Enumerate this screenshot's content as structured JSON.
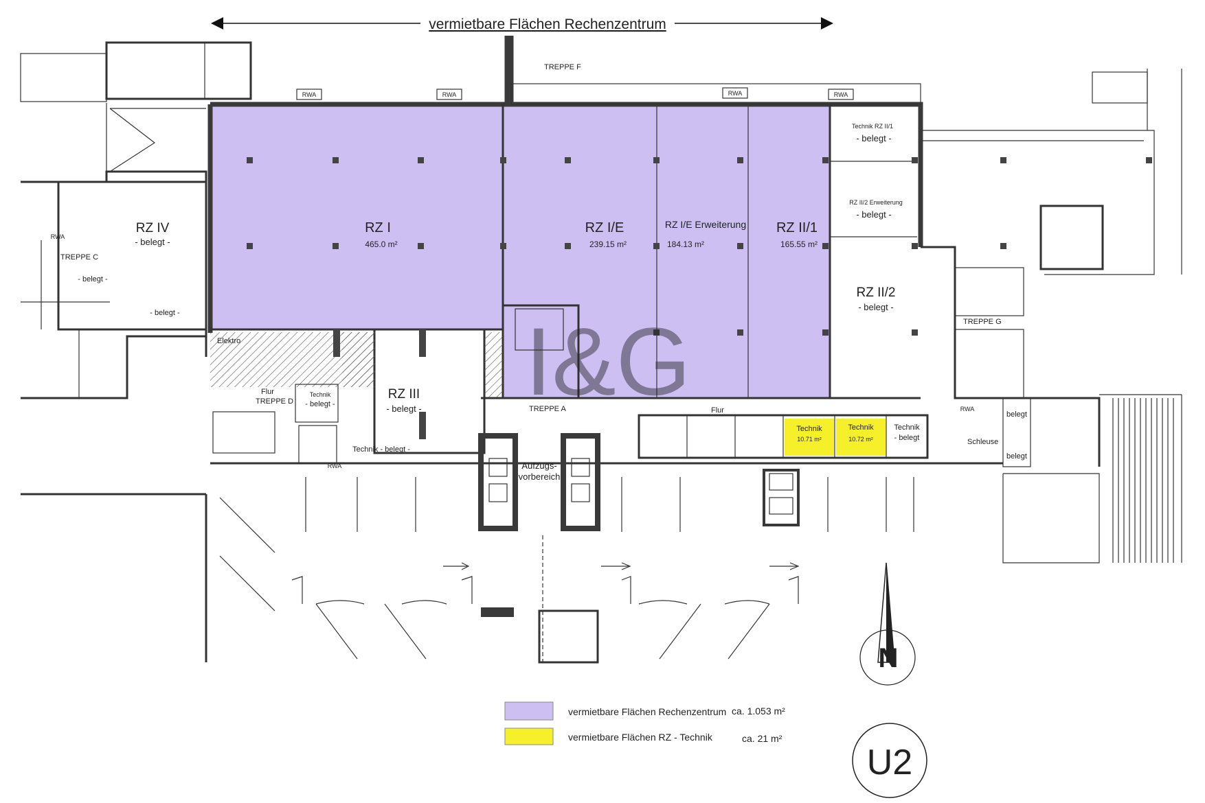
{
  "header": {
    "title": "vermietbare Flächen Rechenzentrum"
  },
  "colors": {
    "rz_purple": "#cdbff2",
    "technik_yellow": "#f6f02a",
    "wall": "#3a3a3a"
  },
  "rooms": {
    "rz1": {
      "name": "RZ I",
      "area": "465.0 m²"
    },
    "rz1e": {
      "name": "RZ I/E",
      "area": "239.15 m²"
    },
    "rz1e_erw": {
      "name": "RZ I/E Erweiterung",
      "area": "184.13 m²"
    },
    "rz2_1": {
      "name": "RZ II/1",
      "area": "165.55 m²"
    },
    "rz2_2": {
      "name": "RZ II/2",
      "status": "- belegt -"
    },
    "rz3": {
      "name": "RZ III",
      "status": "- belegt -"
    },
    "rz4": {
      "name": "RZ IV",
      "status": "- belegt -"
    },
    "technik_rz2_1": {
      "name": "Technik RZ II/1",
      "status": "- belegt -"
    },
    "rz2_2_erw": {
      "name": "RZ II/2 Erweiterung",
      "status": "- belegt -"
    },
    "technik_1": {
      "name": "Technik",
      "area": "10.71 m²"
    },
    "technik_2": {
      "name": "Technik",
      "area": "10.72 m²"
    },
    "technik_3": {
      "name": "Technik",
      "status": "- belegt"
    },
    "technik_d": {
      "name": "Technik",
      "status": "- belegt -"
    },
    "technik_bottom": {
      "label": "Technik - belegt -"
    }
  },
  "labels": {
    "treppe_f": "TREPPE F",
    "treppe_a": "TREPPE A",
    "treppe_c": "TREPPE C",
    "treppe_d": "TREPPE D",
    "treppe_g": "TREPPE G",
    "flur": "Flur",
    "flur2": "Flur",
    "elektro": "Elektro",
    "schleuse": "Schleuse",
    "aufzug1": "Aufzugs-",
    "aufzug2": "vorbereich",
    "rwa": "RWA",
    "belegt_a": "- belegt -",
    "belegt_b": "- belegt -",
    "belegt_c": "belegt",
    "belegt_d": "belegt",
    "north": "N",
    "floor": "U2",
    "watermark": "I&G"
  },
  "legend": [
    {
      "color": "#cdbff2",
      "label": "vermietbare Flächen Rechenzentrum",
      "value": "ca. 1.053  m²"
    },
    {
      "color": "#f6f02a",
      "label": "vermietbare Flächen RZ - Technik",
      "value": "ca. 21  m²"
    }
  ]
}
